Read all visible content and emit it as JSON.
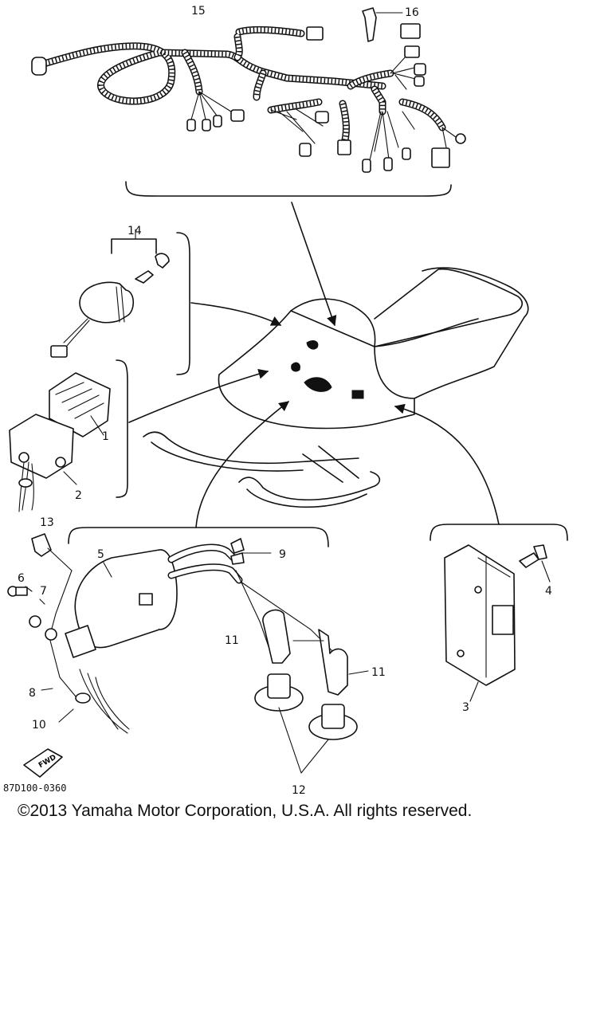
{
  "diagram": {
    "part_labels": [
      "1",
      "2",
      "3",
      "4",
      "5",
      "6",
      "7",
      "8",
      "9",
      "10",
      "11",
      "11",
      "12",
      "13",
      "14",
      "15",
      "16"
    ],
    "fwd_label": "FWD",
    "drawing_code": "87D100-0360",
    "copyright": "©2013 Yamaha Motor Corporation, U.S.A. All rights reserved."
  }
}
